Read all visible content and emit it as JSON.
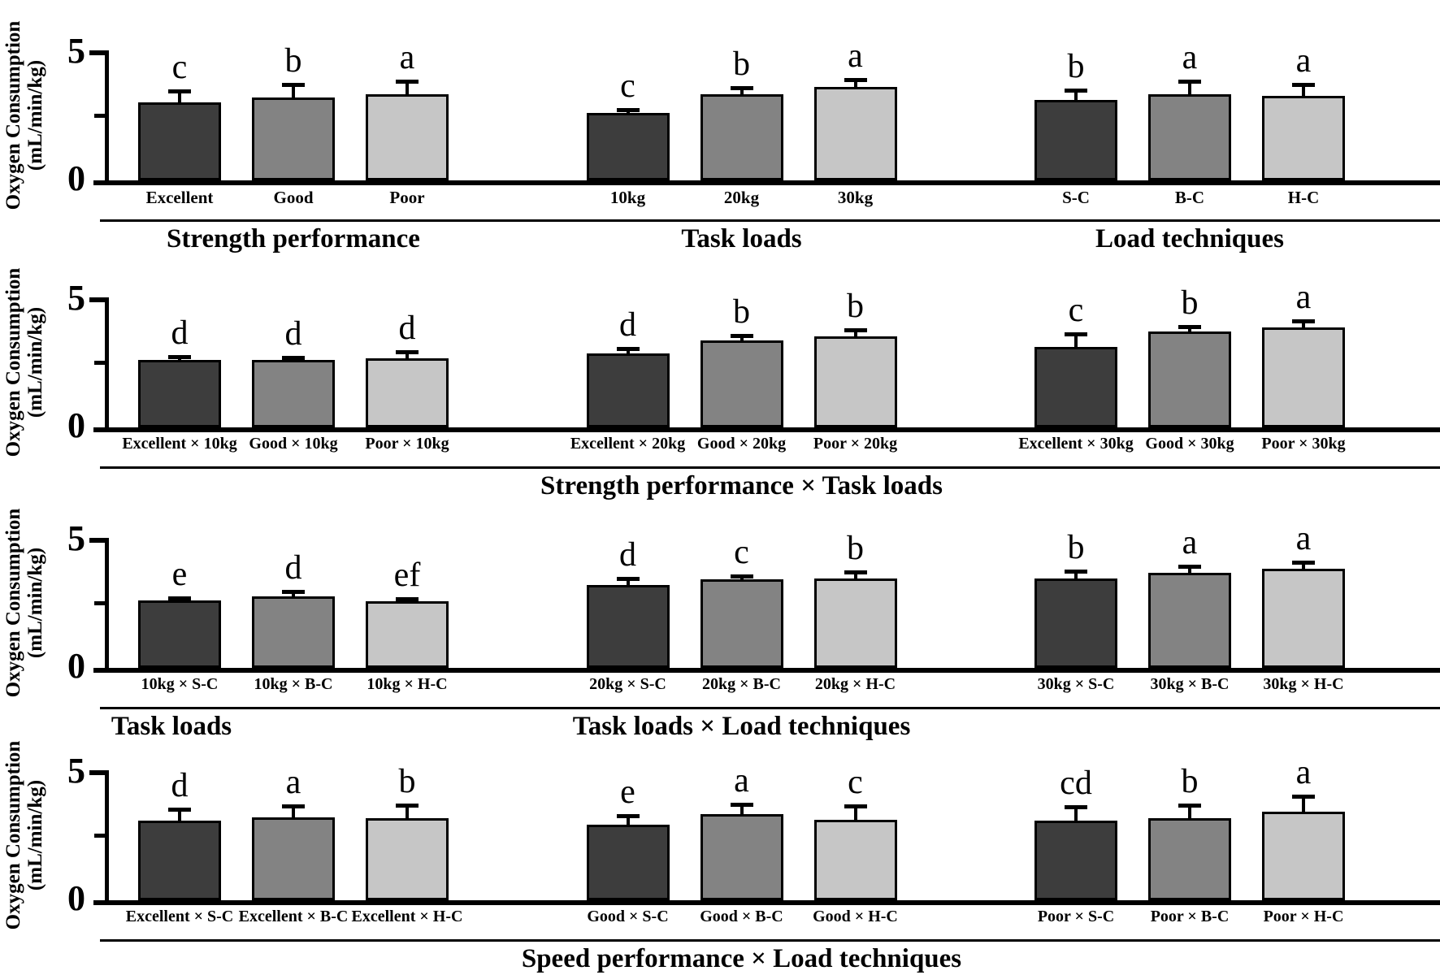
{
  "style": {
    "colors": {
      "dark": "#3d3d3d",
      "medium": "#838383",
      "light": "#c6c6c6"
    },
    "y_axis": {
      "label_line1": "Oxygen Consumption",
      "label_line2": "(mL/min/kg)",
      "top_tick": "5",
      "bottom_tick": "0"
    }
  },
  "chart_data": [
    {
      "type": "bar",
      "ylabel": "Oxygen Consumption (mL/min/kg)",
      "ylim": [
        0,
        5
      ],
      "yticks": [
        0,
        5
      ],
      "minor_ytick": 2.5,
      "grid": false,
      "legend": "none",
      "group_titles": [
        "Strength performance",
        "Task loads",
        "Load techniques"
      ],
      "categories": [
        "Excellent",
        "Good",
        "Poor",
        "10kg",
        "20kg",
        "30kg",
        "S-C",
        "B-C",
        "H-C"
      ],
      "values": [
        3.0,
        3.2,
        3.3,
        2.6,
        3.3,
        3.6,
        3.1,
        3.3,
        3.25
      ],
      "errors": [
        0.5,
        0.55,
        0.55,
        0.2,
        0.3,
        0.35,
        0.45,
        0.55,
        0.5
      ],
      "sig_letters": [
        "c",
        "b",
        "a",
        "c",
        "b",
        "a",
        "b",
        "a",
        "a"
      ]
    },
    {
      "type": "bar",
      "ylabel": "Oxygen Consumption (mL/min/kg)",
      "ylim": [
        0,
        5
      ],
      "yticks": [
        0,
        5
      ],
      "minor_ytick": 2.5,
      "grid": false,
      "legend": "none",
      "group_titles": [
        "Strength performance × Task loads"
      ],
      "categories": [
        "Excellent × 10kg",
        "Good × 10kg",
        "Poor × 10kg",
        "Excellent × 20kg",
        "Good × 20kg",
        "Poor × 20kg",
        "Excellent × 30kg",
        "Good × 30kg",
        "Poor × 30kg"
      ],
      "values": [
        2.6,
        2.6,
        2.65,
        2.85,
        3.35,
        3.5,
        3.1,
        3.7,
        3.85
      ],
      "errors": [
        0.2,
        0.15,
        0.3,
        0.25,
        0.25,
        0.3,
        0.55,
        0.25,
        0.3
      ],
      "sig_letters": [
        "d",
        "d",
        "d",
        "d",
        "b",
        "b",
        "c",
        "b",
        "a"
      ]
    },
    {
      "type": "bar",
      "ylabel": "Oxygen Consumption (mL/min/kg)",
      "ylim": [
        0,
        5
      ],
      "yticks": [
        0,
        5
      ],
      "minor_ytick": 2.5,
      "grid": false,
      "legend": "none",
      "stray_title": "Task loads",
      "group_titles": [
        "Task loads × Load techniques"
      ],
      "categories": [
        "10kg × S-C",
        "10kg × B-C",
        "10kg × H-C",
        "20kg × S-C",
        "20kg × B-C",
        "20kg × H-C",
        "30kg × S-C",
        "30kg × B-C",
        "30kg × H-C"
      ],
      "values": [
        2.6,
        2.75,
        2.55,
        3.2,
        3.4,
        3.45,
        3.45,
        3.65,
        3.8
      ],
      "errors": [
        0.15,
        0.25,
        0.15,
        0.3,
        0.2,
        0.3,
        0.35,
        0.3,
        0.3
      ],
      "sig_letters": [
        "e",
        "d",
        "ef",
        "d",
        "c",
        "b",
        "b",
        "a",
        "a"
      ]
    },
    {
      "type": "bar",
      "ylabel": "Oxygen Consumption (mL/min/kg)",
      "ylim": [
        0,
        5
      ],
      "yticks": [
        0,
        5
      ],
      "minor_ytick": 2.5,
      "grid": false,
      "legend": "none",
      "group_titles": [
        "Speed performance × Load techniques"
      ],
      "categories": [
        "Excellent × S-C",
        "Excellent × B-C",
        "Excellent × H-C",
        "Good × S-C",
        "Good × B-C",
        "Good × H-C",
        "Poor × S-C",
        "Poor × B-C",
        "Poor × H-C"
      ],
      "values": [
        3.05,
        3.2,
        3.15,
        2.9,
        3.3,
        3.1,
        3.05,
        3.15,
        3.4
      ],
      "errors": [
        0.5,
        0.5,
        0.55,
        0.4,
        0.45,
        0.6,
        0.6,
        0.55,
        0.65
      ],
      "sig_letters": [
        "d",
        "a",
        "b",
        "e",
        "a",
        "c",
        "cd",
        "b",
        "a"
      ]
    }
  ]
}
